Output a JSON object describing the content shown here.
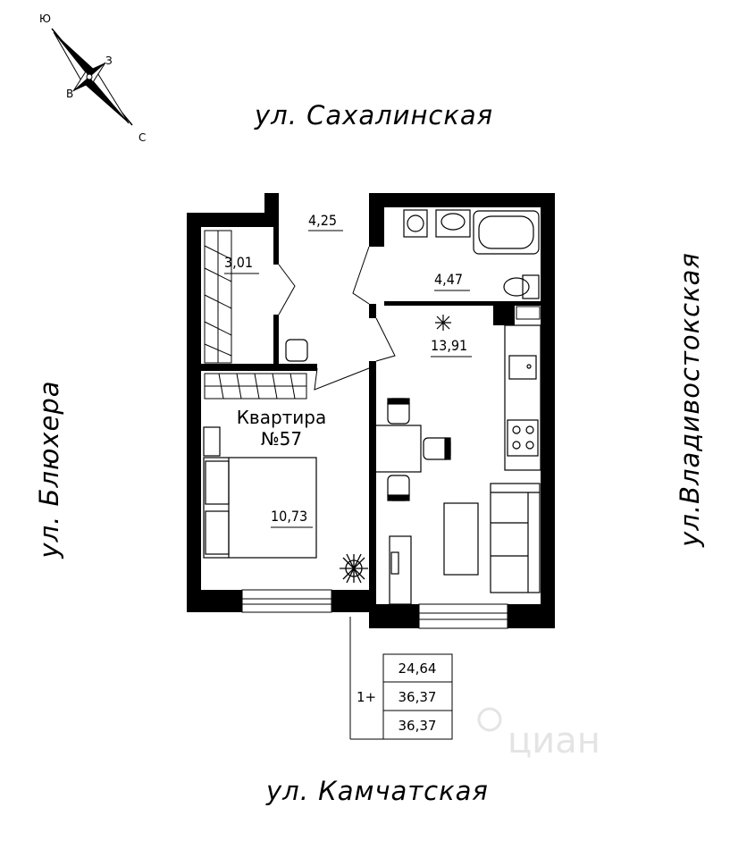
{
  "streets": {
    "top": "ул. Сахалинская",
    "bottom": "ул. Камчатская",
    "left": "ул. Блюхера",
    "right": "ул.Владивостокская"
  },
  "compass": {
    "north": "С",
    "south": "Ю",
    "east": "В",
    "west": "З"
  },
  "apartment": {
    "title": "Квартира",
    "number": "№57"
  },
  "rooms": {
    "hall": "4,25",
    "storage": "3,01",
    "bathroom": "4,47",
    "kitchen_living": "13,91",
    "bedroom": "10,73"
  },
  "summary": {
    "type": "1+",
    "living_area": "24,64",
    "total_area": "36,37",
    "total_with_balcony": "36,37"
  },
  "watermark": "циан",
  "colors": {
    "walls": "#000000",
    "background": "#ffffff",
    "watermark": "#e4e4e4"
  }
}
